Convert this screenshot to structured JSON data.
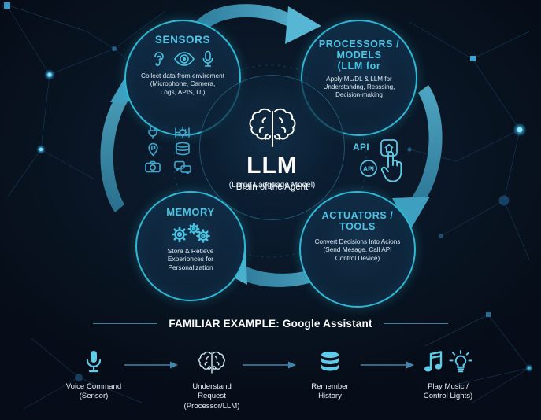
{
  "theme": {
    "bg_dark": "#0a1828",
    "accent_cyan": "#2fb8d4",
    "accent_light": "#6fd6ee",
    "arrow_teal": "#3d9cb8",
    "text_white": "#ffffff"
  },
  "center": {
    "title": "LLM",
    "subtitle": "(Large Language Model)",
    "caption": "Brain of the Agent",
    "brain_icon": "brain-icon"
  },
  "nodes": [
    {
      "id": "sensors",
      "title": "SENSORS",
      "desc": "Collect data from enviroment (Microphone, Camera, Logs, APIS, UI)",
      "desc_lines": [
        "Collect data from enviroment",
        "(Microphone, Camera,",
        "Logs, APIS, UI)"
      ],
      "icons": [
        "ear-icon",
        "eye-icon",
        "microphone-icon"
      ]
    },
    {
      "id": "processors",
      "title": "PROCESSORS / MODELS (LLM for",
      "title_lines": [
        "PROCESSORS /",
        "MODELS",
        "(LLM for"
      ],
      "desc": "Apply ML/DL & LLM for Understandng, Resssing, Decision-making",
      "desc_lines": [
        "Apply ML/DL & LLM for",
        "Understandng, Resssing,",
        "Decision-making"
      ],
      "icons": []
    },
    {
      "id": "memory",
      "title": "MEMORY",
      "desc": "Store & Retieve Experionces for Personalization",
      "desc_lines": [
        "Store & Retieve",
        "Experionces for",
        "Personalization"
      ],
      "icons": [
        "gears-icon"
      ]
    },
    {
      "id": "actuators",
      "title": "ACTUATORS / TOOLS",
      "title_lines": [
        "ACTUATORS /",
        "TOOLS"
      ],
      "desc": "Convert Decisions Into Acions (Send Mesage, Call API Control Device)",
      "desc_lines": [
        "Convert Decisions Into Acions",
        "(Send Mesage, Call API",
        "Control Device)"
      ],
      "icons": []
    }
  ],
  "api_cluster": {
    "label": "API",
    "icons": [
      "home-smart-icon",
      "api-badge-icon",
      "pointing-hand-icon"
    ]
  },
  "left_icon_grid": {
    "icons": [
      "plug-icon",
      "settings-gear-icon",
      "location-pin-icon",
      "database-icon",
      "camera-icon",
      "chat-bubbles-icon"
    ]
  },
  "cycle_arrows": [
    {
      "id": "top-arrow",
      "direction": "right",
      "from": "sensors",
      "to": "processors"
    },
    {
      "id": "right-arrow",
      "direction": "down",
      "from": "processors",
      "to": "actuators"
    },
    {
      "id": "bottom-arrow",
      "direction": "left",
      "from": "actuators",
      "to": "memory"
    },
    {
      "id": "left-arrow",
      "direction": "up",
      "from": "memory",
      "to": "sensors"
    }
  ],
  "example": {
    "title": "FAMILIAR EXAMPLE: Google Assistant",
    "steps": [
      {
        "id": "voice-command",
        "label_lines": [
          "Voice Command",
          "(Sensor)"
        ],
        "icons": [
          "microphone-icon"
        ]
      },
      {
        "id": "understand-request",
        "label_lines": [
          "Understand Request",
          "(Processor/LLM)"
        ],
        "icons": [
          "brain-icon"
        ]
      },
      {
        "id": "remember-history",
        "label_lines": [
          "Remember",
          "History"
        ],
        "icons": [
          "database-icon"
        ]
      },
      {
        "id": "play-music-control-lights",
        "label_lines": [
          "Play Music /",
          "Control Lights)"
        ],
        "icons": [
          "music-note-icon",
          "lightbulb-icon"
        ]
      }
    ]
  }
}
